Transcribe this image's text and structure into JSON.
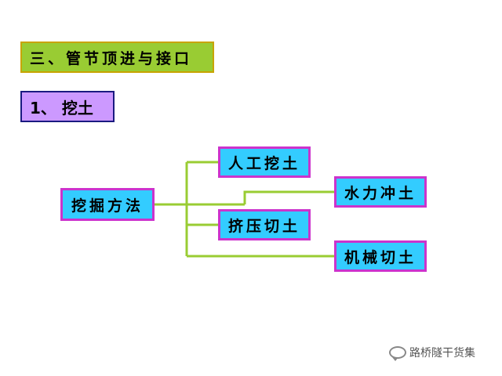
{
  "section_title": "三、管节顶进与接口",
  "sub_title": "1、 挖土",
  "diagram": {
    "root": "挖掘方法",
    "children": [
      "人工挖土",
      "水力冲土",
      "挤压切土",
      "机械切土"
    ]
  },
  "watermark": {
    "icon": "wechat-icon",
    "text": "路桥隧干货集"
  },
  "colors": {
    "section_bg": "#99cc33",
    "subtitle_bg": "#cc99ff",
    "node_bg": "#33ccff",
    "node_border": "#cc33cc",
    "connector": "#99cc33"
  }
}
